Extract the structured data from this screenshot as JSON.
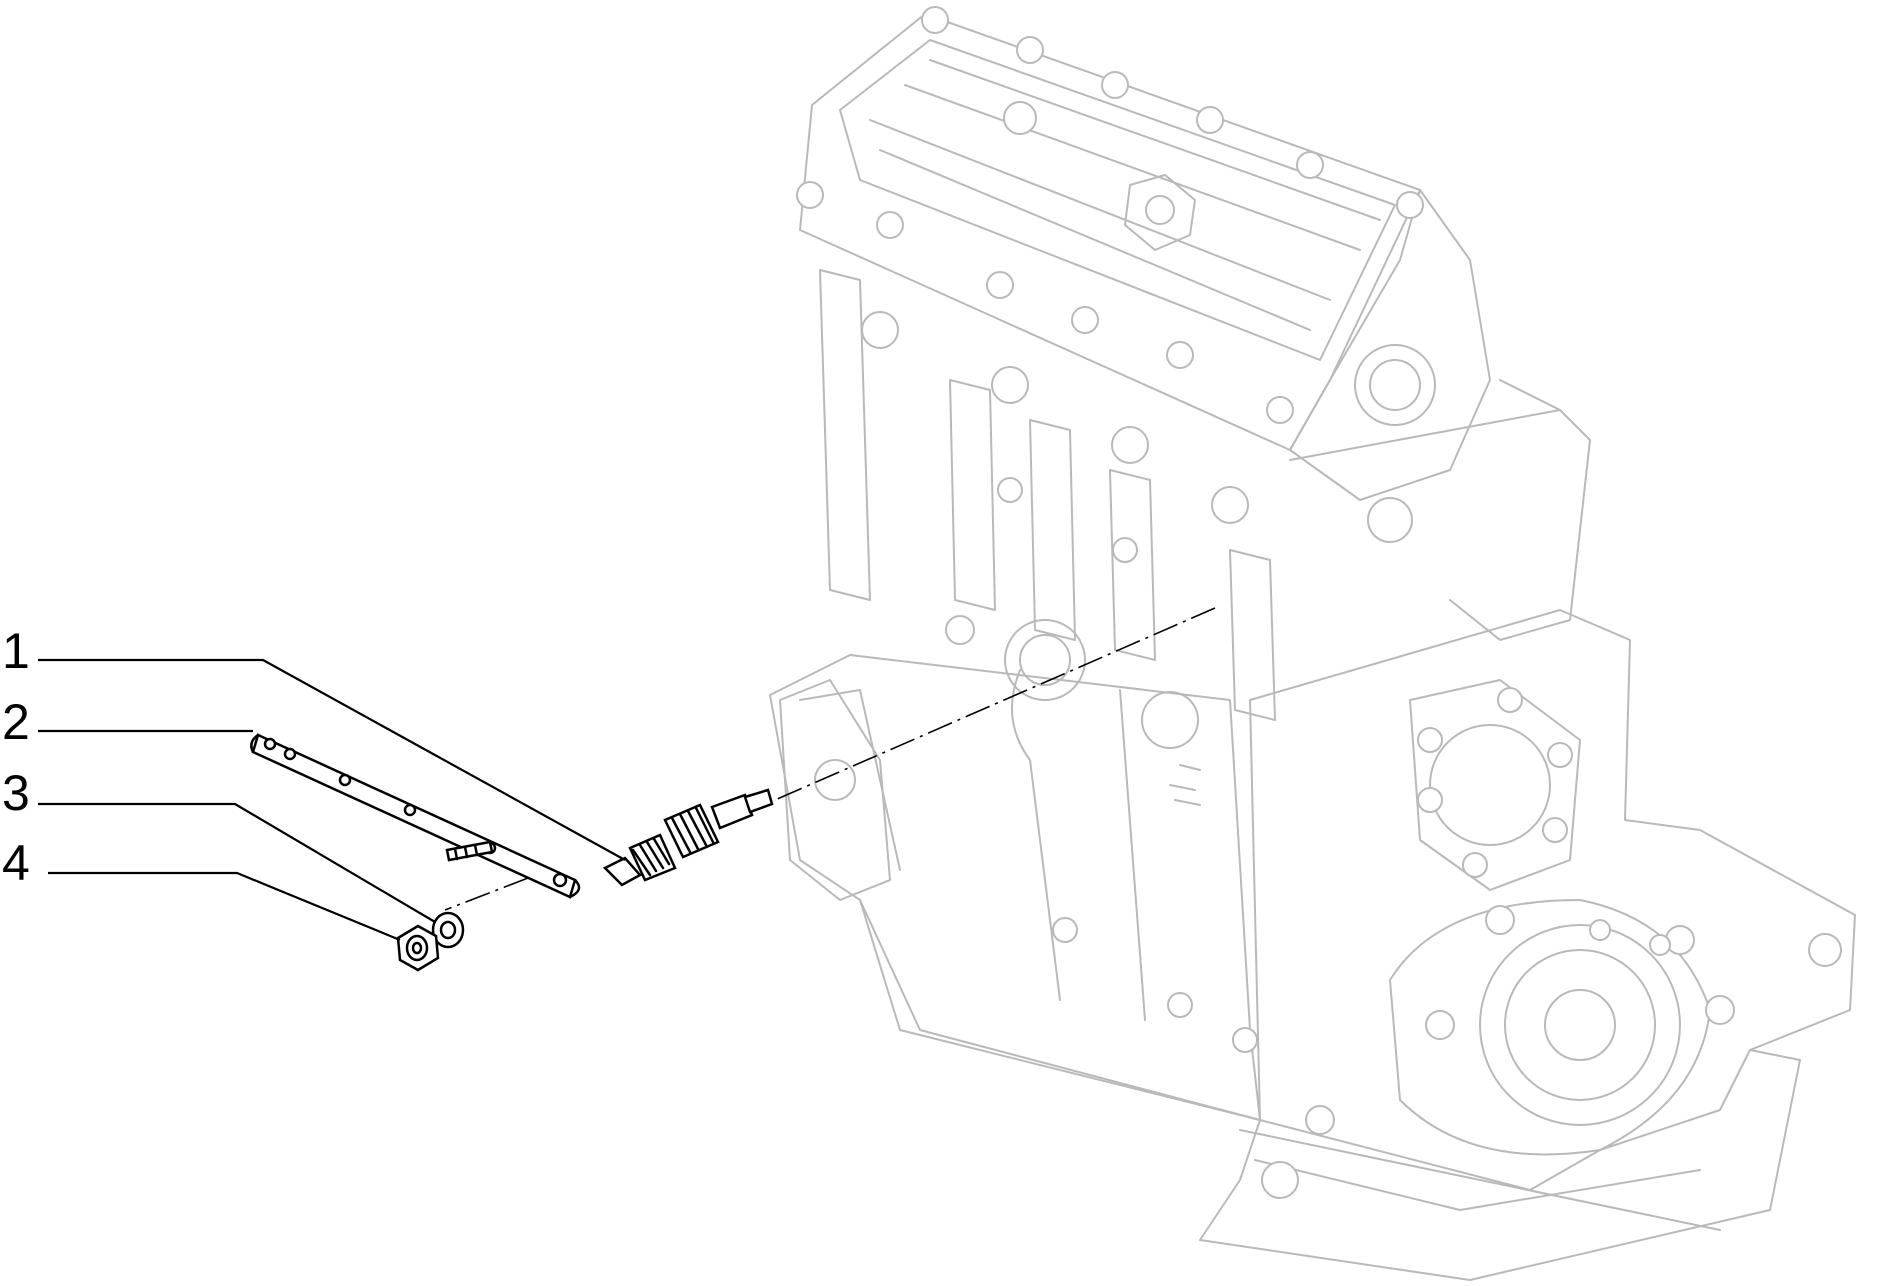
{
  "callouts": [
    {
      "number": "1"
    },
    {
      "number": "2"
    },
    {
      "number": "3"
    },
    {
      "number": "4"
    }
  ],
  "colors": {
    "ink": "#000000",
    "ghost_outline": "#b9b9b9",
    "background": "#ffffff"
  }
}
